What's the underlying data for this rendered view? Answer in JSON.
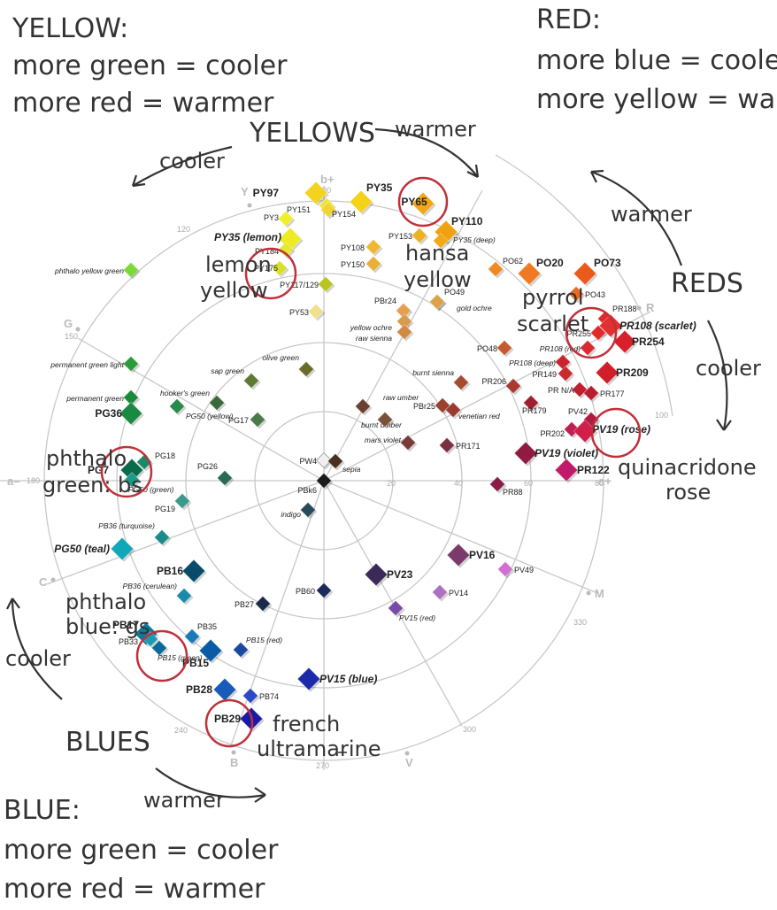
{
  "colors": {
    "grid": "#c8c8c8",
    "circle_highlight": "#c0303a",
    "ink": "#333333"
  },
  "notes": {
    "yellow_title": "YELLOW:",
    "yellow_l1": "more green = cooler",
    "yellow_l2": "more red = warmer",
    "red_title": "RED:",
    "red_l1": "more blue = cooler",
    "red_l2": "more yellow = warmer",
    "blue_title": "BLUE:",
    "blue_l1": "more green = cooler",
    "blue_l2": "more red = warmer"
  },
  "groups": {
    "yellows": "YELLOWS",
    "reds": "REDS",
    "blues": "BLUES"
  },
  "arrows": {
    "yellow_cooler": "cooler",
    "yellow_warmer": "warmer",
    "red_warmer": "warmer",
    "red_cooler": "cooler",
    "blue_cooler": "cooler",
    "blue_warmer": "warmer"
  },
  "callouts": {
    "lemon": "lemon",
    "lemon2": "yellow",
    "hansa": "hansa",
    "hansa2": "yellow",
    "pyrrol": "pyrrol",
    "pyrrol2": "scarlet",
    "quin": "quinacridone",
    "quin2": "rose",
    "phthalo_g": "phthalo",
    "phthalo_g2": "green: bs",
    "phthalo_b": "phthalo",
    "phthalo_b2": "blue: gs",
    "french": "french",
    "french2": "ultramarine"
  },
  "axes": {
    "b_plus": "b+",
    "a_plus": "a+",
    "a_minus": "a–",
    "y": "Y",
    "r": "R",
    "g": "G",
    "c": "C",
    "m": "M",
    "b": "B",
    "v": "V"
  },
  "rings": [
    "20",
    "40",
    "60",
    "80",
    "100"
  ],
  "hue_degrees": [
    "90",
    "120",
    "150",
    "180",
    "240",
    "270",
    "300",
    "330"
  ],
  "pigments": [
    {
      "code": "PY97",
      "style": "b",
      "color": "#f2d41c",
      "size": "l"
    },
    {
      "code": "PY35",
      "style": "b",
      "color": "#f5d21a",
      "size": "l"
    },
    {
      "code": "PY65",
      "style": "b",
      "color": "#f0a818",
      "size": "l"
    },
    {
      "code": "PY151",
      "style": "",
      "color": "#f0e33a",
      "size": "s"
    },
    {
      "code": "PY154",
      "style": "",
      "color": "#f0d430",
      "size": "s"
    },
    {
      "code": "PY3",
      "style": "",
      "color": "#eef02a",
      "size": "s"
    },
    {
      "code": "PY35 (lemon)",
      "style": "bi",
      "color": "#eeea24",
      "size": "l"
    },
    {
      "code": "PY184",
      "style": "",
      "color": "#e4e830",
      "size": "s"
    },
    {
      "code": "PY175",
      "style": "",
      "color": "#d8e02a",
      "size": "s"
    },
    {
      "code": "PY117/129",
      "style": "",
      "color": "#b8c420",
      "size": "s"
    },
    {
      "code": "PY53",
      "style": "",
      "color": "#f0e08a",
      "size": "s"
    },
    {
      "code": "PY110",
      "style": "b",
      "color": "#f0a010",
      "size": "l"
    },
    {
      "code": "PY153",
      "style": "",
      "color": "#f0b024",
      "size": "s"
    },
    {
      "code": "PY35 (deep)",
      "style": "i",
      "color": "#f2a818",
      "size": "s"
    },
    {
      "code": "PY108",
      "style": "",
      "color": "#f0b830",
      "size": "s"
    },
    {
      "code": "PY150",
      "style": "",
      "color": "#e8b038",
      "size": "s"
    },
    {
      "code": "PO62",
      "style": "",
      "color": "#ee8a22",
      "size": "s"
    },
    {
      "code": "PO20",
      "style": "b",
      "color": "#ee7a22",
      "size": "l"
    },
    {
      "code": "PO73",
      "style": "b",
      "color": "#ea5a1c",
      "size": "l"
    },
    {
      "code": "PO43",
      "style": "",
      "color": "#ec6a24",
      "size": "s"
    },
    {
      "code": "PO49",
      "style": "",
      "color": "#e0a048",
      "size": "s"
    },
    {
      "code": "gold ochre",
      "style": "i",
      "color": "#dca24a",
      "size": "s"
    },
    {
      "code": "PBr24",
      "style": "",
      "color": "#e4a050",
      "size": "s"
    },
    {
      "code": "yellow ochre",
      "style": "i",
      "color": "#d89a4c",
      "size": "s"
    },
    {
      "code": "raw sienna",
      "style": "i",
      "color": "#d08a42",
      "size": "s"
    },
    {
      "code": "phthalo yellow green",
      "style": "i",
      "color": "#7ad838",
      "size": "s"
    },
    {
      "code": "olive green",
      "style": "i",
      "color": "#6a6a2a",
      "size": "s"
    },
    {
      "code": "sap green",
      "style": "i",
      "color": "#5c7a34",
      "size": "s"
    },
    {
      "code": "hooker's green",
      "style": "i",
      "color": "#3a6a3a",
      "size": "s"
    },
    {
      "code": "PG17",
      "style": "",
      "color": "#4a7a48",
      "size": "s"
    },
    {
      "code": "permanent green light",
      "style": "i",
      "color": "#2a9a3a",
      "size": "s"
    },
    {
      "code": "permanent green",
      "style": "i",
      "color": "#1a8a3a",
      "size": "s"
    },
    {
      "code": "PG36",
      "style": "b",
      "color": "#1a8a42",
      "size": "l"
    },
    {
      "code": "PG50 (yellow)",
      "style": "i",
      "color": "#2a8a4a",
      "size": "s"
    },
    {
      "code": "PW4",
      "style": "",
      "color": "#f0f0f0",
      "size": "s"
    },
    {
      "code": "sepia",
      "style": "i",
      "color": "#4a3020",
      "size": "s"
    },
    {
      "code": "burnt umber",
      "style": "i",
      "color": "#6a4030",
      "size": "s"
    },
    {
      "code": "raw umber",
      "style": "i",
      "color": "#7a5038",
      "size": "s"
    },
    {
      "code": "burnt sienna",
      "style": "i",
      "color": "#a84a30",
      "size": "s"
    },
    {
      "code": "PBr25",
      "style": "",
      "color": "#9a4030",
      "size": "s"
    },
    {
      "code": "venetian red",
      "style": "i",
      "color": "#9a3a30",
      "size": "s"
    },
    {
      "code": "mars violet",
      "style": "i",
      "color": "#7a3a3a",
      "size": "s"
    },
    {
      "code": "PR171",
      "style": "",
      "color": "#7a3040",
      "size": "s"
    },
    {
      "code": "PO48",
      "style": "",
      "color": "#c45a30",
      "size": "s"
    },
    {
      "code": "PR206",
      "style": "",
      "color": "#a83a30",
      "size": "s"
    },
    {
      "code": "PR188",
      "style": "",
      "color": "#e02a30",
      "size": "s"
    },
    {
      "code": "PR108 (scarlet)",
      "style": "bi",
      "color": "#e03030",
      "size": "l"
    },
    {
      "code": "PR255",
      "style": "",
      "color": "#e02a2a",
      "size": "s"
    },
    {
      "code": "PR254",
      "style": "b",
      "color": "#d8202a",
      "size": "l"
    },
    {
      "code": "PR108 (red)",
      "style": "i",
      "color": "#d82a30",
      "size": "s"
    },
    {
      "code": "PR108 (deep)",
      "style": "i",
      "color": "#c82430",
      "size": "s"
    },
    {
      "code": "PR149",
      "style": "",
      "color": "#c82a30",
      "size": "s"
    },
    {
      "code": "PR209",
      "style": "b",
      "color": "#d01e2a",
      "size": "l"
    },
    {
      "code": "PR N/A",
      "style": "",
      "color": "#c01e2e",
      "size": "s"
    },
    {
      "code": "PR177",
      "style": "",
      "color": "#b81e30",
      "size": "s"
    },
    {
      "code": "PR179",
      "style": "",
      "color": "#a02030",
      "size": "s"
    },
    {
      "code": "PV42",
      "style": "",
      "color": "#b01a40",
      "size": "s"
    },
    {
      "code": "PR202",
      "style": "",
      "color": "#c01e50",
      "size": "s"
    },
    {
      "code": "PV19 (rose)",
      "style": "bi",
      "color": "#d0204a",
      "size": "l"
    },
    {
      "code": "PV19 (violet)",
      "style": "bi",
      "color": "#901a40",
      "size": "l"
    },
    {
      "code": "PR122",
      "style": "b",
      "color": "#c01a6a",
      "size": "l"
    },
    {
      "code": "PR88",
      "style": "",
      "color": "#8a1a4a",
      "size": "s"
    },
    {
      "code": "PG7",
      "style": "b",
      "color": "#0a6a4a",
      "size": "l"
    },
    {
      "code": "PG18",
      "style": "",
      "color": "#1a8a6a",
      "size": "s"
    },
    {
      "code": "PG50 (green)",
      "style": "i",
      "color": "#1a9a8a",
      "size": "s"
    },
    {
      "code": "PG26",
      "style": "",
      "color": "#2a6a52",
      "size": "s"
    },
    {
      "code": "PG19",
      "style": "",
      "color": "#3a9a8a",
      "size": "s"
    },
    {
      "code": "PBk6",
      "style": "",
      "color": "#1a1a1a",
      "size": "s"
    },
    {
      "code": "indigo",
      "style": "i",
      "color": "#2a4a5a",
      "size": "s"
    },
    {
      "code": "PB36 (turquoise)",
      "style": "i",
      "color": "#1a8a8a",
      "size": "s"
    },
    {
      "code": "PG50 (teal)",
      "style": "bi",
      "color": "#10a8b8",
      "size": "l"
    },
    {
      "code": "PB16",
      "style": "b",
      "color": "#0a4a6a",
      "size": "l"
    },
    {
      "code": "PB36 (cerulean)",
      "style": "i",
      "color": "#1a8aaa",
      "size": "s"
    },
    {
      "code": "PB27",
      "style": "",
      "color": "#1a2a4a",
      "size": "s"
    },
    {
      "code": "PB60",
      "style": "",
      "color": "#1a2a5a",
      "size": "s"
    },
    {
      "code": "PB17",
      "style": "b",
      "color": "#0a7a9a",
      "size": "l"
    },
    {
      "code": "PB33",
      "style": "",
      "color": "#1a9ab0",
      "size": "s"
    },
    {
      "code": "PB35",
      "style": "",
      "color": "#1a7ab8",
      "size": "s"
    },
    {
      "code": "PB15 (green)",
      "style": "i",
      "color": "#0a6a9a",
      "size": "s"
    },
    {
      "code": "PB15",
      "style": "b",
      "color": "#0a5aa8",
      "size": "l"
    },
    {
      "code": "PB15 (red)",
      "style": "i",
      "color": "#1a4aa0",
      "size": "s"
    },
    {
      "code": "PB28",
      "style": "b",
      "color": "#1a5ab8",
      "size": "l"
    },
    {
      "code": "PB74",
      "style": "",
      "color": "#2a4ac8",
      "size": "s"
    },
    {
      "code": "PB29",
      "style": "b",
      "color": "#1a1aa8",
      "size": "l"
    },
    {
      "code": "PV15 (blue)",
      "style": "bi",
      "color": "#1a2aa8",
      "size": "l"
    },
    {
      "code": "PV23",
      "style": "b",
      "color": "#3a2a5a",
      "size": "l"
    },
    {
      "code": "PV15 (red)",
      "style": "i",
      "color": "#7a4aaa",
      "size": "s"
    },
    {
      "code": "PV14",
      "style": "",
      "color": "#b070c0",
      "size": "s"
    },
    {
      "code": "PV16",
      "style": "b",
      "color": "#7a3a6a",
      "size": "l"
    },
    {
      "code": "PV49",
      "style": "",
      "color": "#d070d0",
      "size": "s"
    }
  ]
}
